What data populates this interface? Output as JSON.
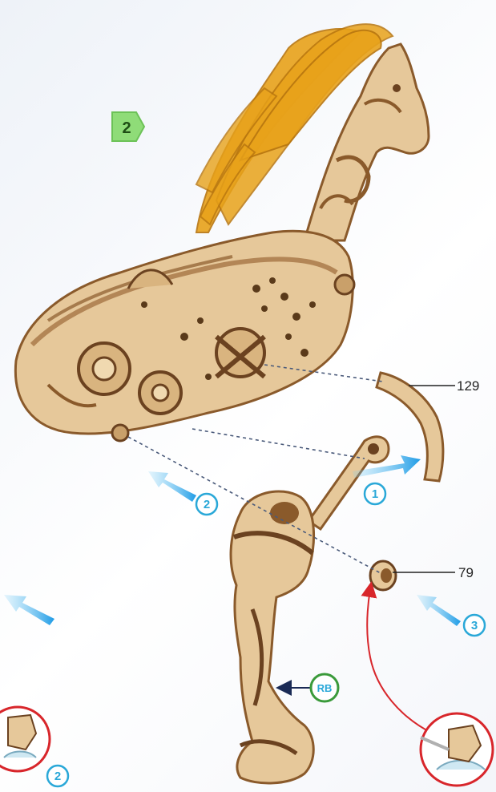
{
  "step_badge": "2",
  "part_labels": {
    "part_129": "129",
    "part_79": "79",
    "rb": "RB"
  },
  "step_markers": {
    "step_1": "1",
    "step_2": "2",
    "step_3": "3",
    "corner_step": "2"
  },
  "colors": {
    "wood_light": "#e6c89a",
    "wood_dark": "#8a5a2b",
    "mane": "#e8a21a",
    "arrow_blue": "#2aa8e8",
    "marker_blue": "#2aa8d8",
    "badge_green": "#7fd36a",
    "rb_green": "#3a9a3a",
    "red_accent": "#d8262b"
  }
}
